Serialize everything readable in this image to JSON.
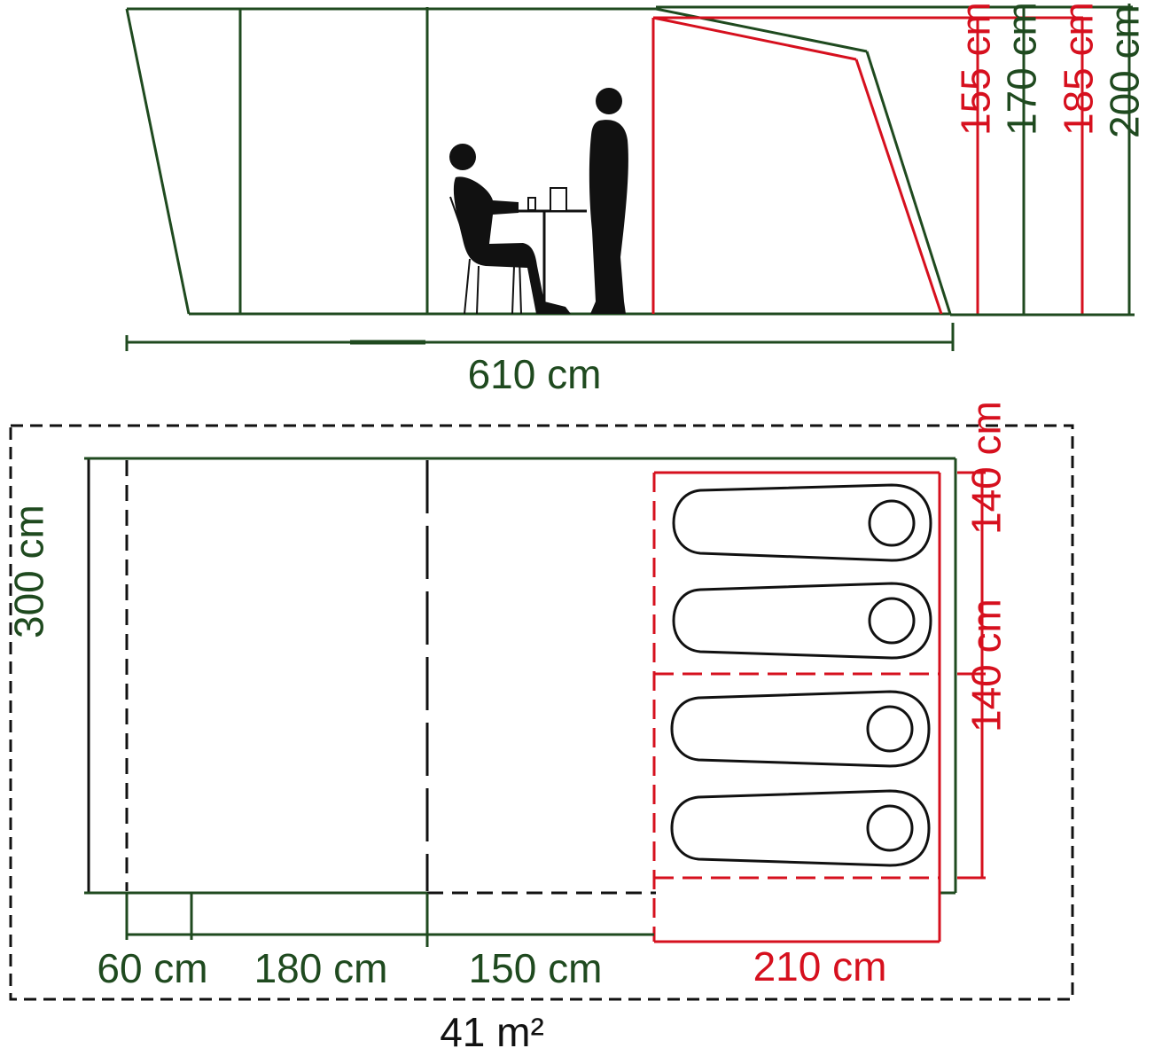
{
  "colors": {
    "green": "#1f4a1f",
    "red": "#d6101e",
    "black": "#111111"
  },
  "side_view": {
    "total_length_label": "610 cm",
    "height_labels": {
      "inner_low": "155 cm",
      "outer_low": "170 cm",
      "inner_high": "185 cm",
      "outer_high": "200 cm"
    }
  },
  "floor_plan": {
    "width_label": "300 cm",
    "segments": {
      "front": "60 cm",
      "living_a": "180 cm",
      "living_b": "150 cm",
      "bedroom": "210 cm"
    },
    "bedroom_depths": {
      "upper": "140 cm",
      "lower": "140 cm"
    },
    "area_label": "41 m²"
  },
  "icons": [
    "seated-person-icon",
    "standing-person-icon",
    "table-icon",
    "chair-icon",
    "sleeping-bag-icon"
  ]
}
